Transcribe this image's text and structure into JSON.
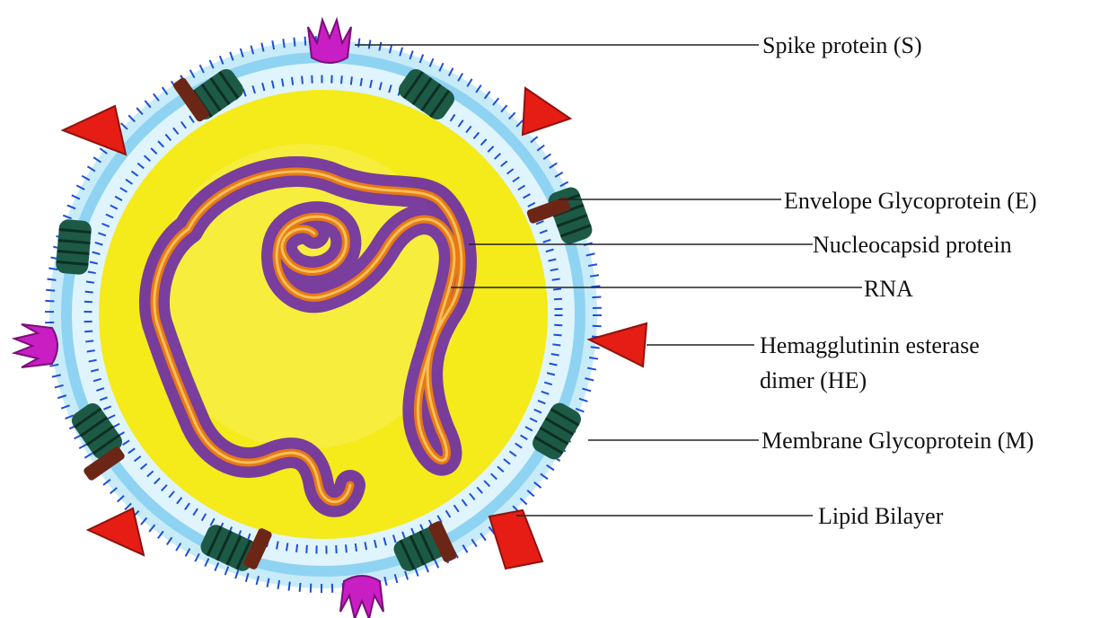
{
  "diagram": {
    "labels": {
      "spike": "Spike protein (S)",
      "envelope": "Envelope Glycoprotein (E)",
      "nucleocapsid": "Nucleocapsid protein",
      "rna": "RNA",
      "he_line1": "Hemagglutinin esterase",
      "he_line2": "dimer (HE)",
      "membrane": "Membrane Glycoprotein (M)",
      "lipid": "Lipid Bilayer"
    },
    "colors": {
      "core": "#f5ea1a",
      "outer_membrane_dots": "#1f4fd8",
      "membrane_band": "#8fd3f2",
      "nucleocapsid": "#6a2aa8",
      "rna": "#e77a14",
      "spike": "#c81ec3",
      "hemagglutinin": "#e51d14",
      "membrane_protein": "#1d5a46",
      "envelope_protein": "#6b2616"
    }
  }
}
